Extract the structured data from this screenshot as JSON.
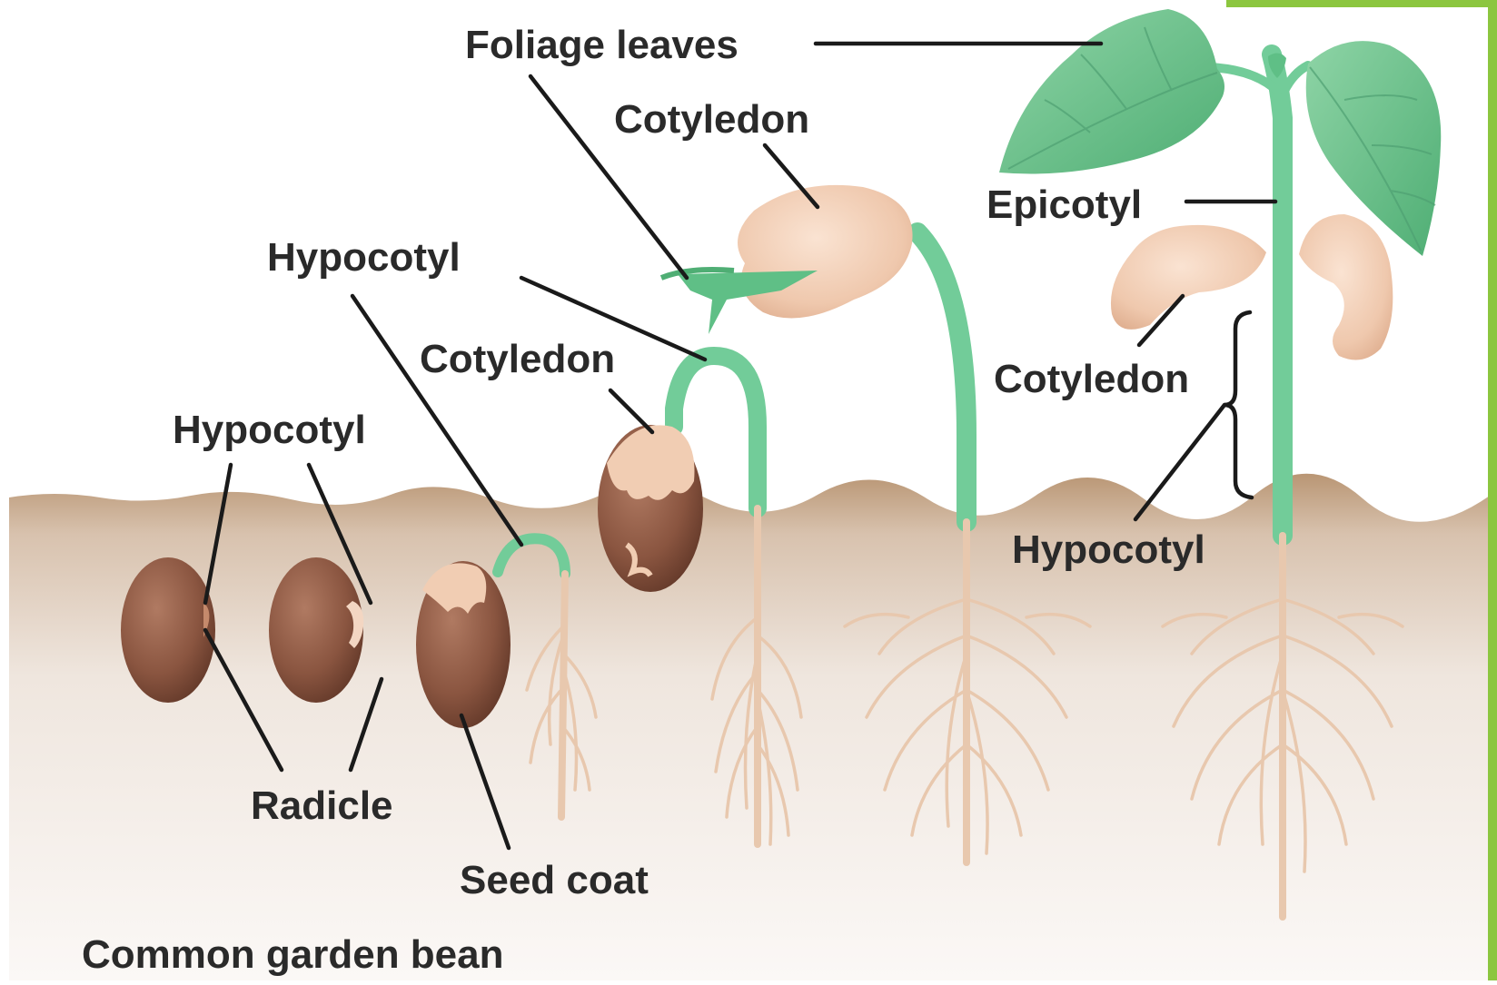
{
  "figure": {
    "caption": "Common garden bean",
    "labels": {
      "foliage_leaves": "Foliage leaves",
      "cotyledon_top": "Cotyledon",
      "epicotyl": "Epicotyl",
      "hypocotyl_mid": "Hypocotyl",
      "cotyledon_mid": "Cotyledon",
      "hypocotyl_left": "Hypocotyl",
      "cotyledon_right": "Cotyledon",
      "hypocotyl_right": "Hypocotyl",
      "radicle": "Radicle",
      "seed_coat": "Seed coat"
    }
  },
  "colors": {
    "soil_surface": "#b99674",
    "stem_green": "#72cc99",
    "leaf_green": "#69c089",
    "seed_brown": "#8a5540",
    "cotyledon_tan": "#f1cdb3",
    "root": "#e8c8ae",
    "accent_green": "#8cc63f"
  }
}
